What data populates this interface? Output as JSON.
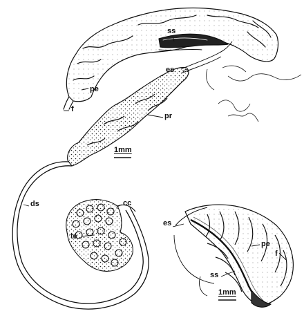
{
  "labels": {
    "top": {
      "ss": "ss",
      "es": "es",
      "pe": "pe",
      "f": "f",
      "pr": "pr",
      "scale": "1mm"
    },
    "bottom_left": {
      "ds": "ds",
      "cc": "cc",
      "te": "te"
    },
    "bottom_right": {
      "es": "es",
      "pe": "pe",
      "f": "f",
      "ss": "ss",
      "scale": "1mm"
    }
  },
  "colors": {
    "ink": "#111111",
    "paper": "#ffffff"
  }
}
